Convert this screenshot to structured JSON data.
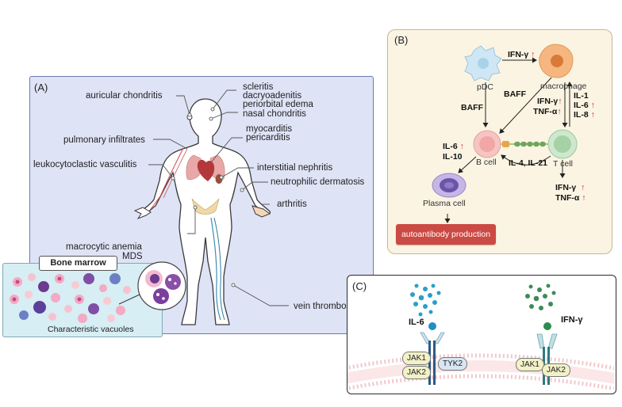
{
  "panel_a": {
    "letter": "(A)",
    "labels": {
      "auricular": "auricular chondritis",
      "scleritis": "scleritis",
      "dacryo": "dacryoadenitis",
      "periorbital": "periorbital edema",
      "nasal": "nasal chondritis",
      "myocarditis": "myocarditis",
      "pericarditis": "pericarditis",
      "pulmonary": "pulmonary infiltrates",
      "interstitial": "interstitial nephritis",
      "leuko": "leukocytoclastic vasculitis",
      "neutrophilic": "neutrophilic dermatosis",
      "arthritis": "arthritis",
      "anemia": "macrocytic anemia",
      "mds": "MDS",
      "vein": "vein thrombosis"
    },
    "bone_marrow": {
      "title": "Bone marrow",
      "caption": "Characteristic vacuoles"
    }
  },
  "panel_b": {
    "letter": "(B)",
    "cells": {
      "pdc": "pDC",
      "macrophage": "macrophage",
      "bcell": "B cell",
      "tcell": "T cell",
      "plasma": "Plasma cell"
    },
    "cytokines": {
      "ifng_top": "IFN-γ",
      "baff1": "BAFF",
      "baff2": "BAFF",
      "ifng_mid": "IFN-γ",
      "tnfa_mid": "TNF-α",
      "il1": "IL-1",
      "il6_right": "IL-6",
      "il8": "IL-8",
      "il6_left": "IL-6",
      "il10": "IL-10",
      "il4_il21": "IL-4, IL-21",
      "ifng_bottom": "IFN-γ",
      "tnfa_bottom": "TNF-α"
    },
    "up_arrow": "↑",
    "autoantibody": "autoantibody production"
  },
  "panel_c": {
    "letter": "(C)",
    "il6": "IL-6",
    "ifng": "IFN-γ",
    "jak1_left": "JAK1",
    "jak2_left": "JAK2",
    "tyk2": "TYK2",
    "jak1_right": "JAK1",
    "jak2_right": "JAK2"
  },
  "colors": {
    "panel_a_bg": "#dfe3f6",
    "panel_b_bg": "#fbf4e3",
    "autoantibody_bg": "#cc4a44",
    "up_arrow": "#d0282b",
    "il6_dots": "#2a9fc9",
    "ifng_dots": "#3f8a5a"
  }
}
